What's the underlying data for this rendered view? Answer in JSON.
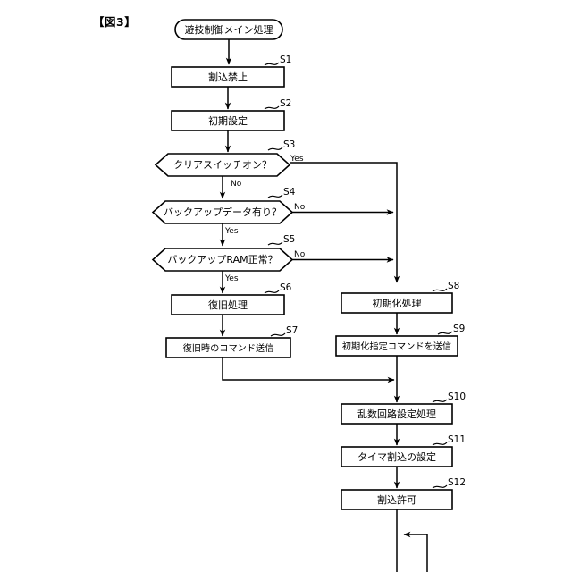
{
  "figure": {
    "label": "【図3】"
  },
  "flowchart": {
    "type": "flowchart",
    "start": {
      "id": "start",
      "shape": "terminator",
      "text": "遊技制御メイン処理"
    },
    "nodes": [
      {
        "id": "S1",
        "step": "S1",
        "shape": "process",
        "text": "割込禁止",
        "column": "left"
      },
      {
        "id": "S2",
        "step": "S2",
        "shape": "process",
        "text": "初期設定",
        "column": "left"
      },
      {
        "id": "S3",
        "step": "S3",
        "shape": "decision",
        "text": "クリアスイッチオン？",
        "column": "left"
      },
      {
        "id": "S4",
        "step": "S4",
        "shape": "decision",
        "text": "バックアップデータ有り？",
        "column": "left"
      },
      {
        "id": "S5",
        "step": "S5",
        "shape": "decision",
        "text": "バックアップRAM正常？",
        "column": "left"
      },
      {
        "id": "S6",
        "step": "S6",
        "shape": "process",
        "text": "復旧処理",
        "column": "left"
      },
      {
        "id": "S7",
        "step": "S7",
        "shape": "process",
        "text": "復旧時のコマンド送信",
        "column": "left"
      },
      {
        "id": "S8",
        "step": "S8",
        "shape": "process",
        "text": "初期化処理",
        "column": "right"
      },
      {
        "id": "S9",
        "step": "S9",
        "shape": "process",
        "text": "初期化指定コマンドを送信",
        "column": "right"
      },
      {
        "id": "S10",
        "step": "S10",
        "shape": "process",
        "text": "乱数回路設定処理",
        "column": "right"
      },
      {
        "id": "S11",
        "step": "S11",
        "shape": "process",
        "text": "タイマ割込の設定",
        "column": "right"
      },
      {
        "id": "S12",
        "step": "S12",
        "shape": "process",
        "text": "割込許可",
        "column": "right"
      }
    ],
    "branch_labels": {
      "s3_yes": "Yes",
      "s3_no": "No",
      "s4_no": "No",
      "s4_yes": "Yes",
      "s5_no": "No",
      "s5_yes": "Yes"
    },
    "colors": {
      "stroke": "#000000",
      "fill": "#ffffff",
      "text": "#000000"
    }
  }
}
